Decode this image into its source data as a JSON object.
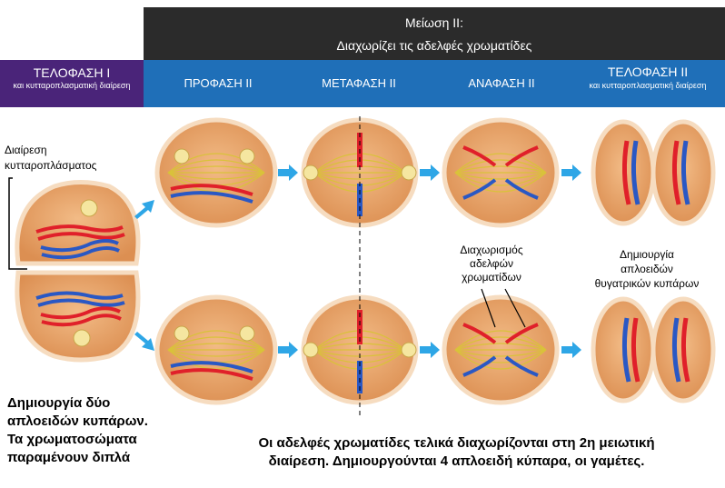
{
  "header": {
    "title": "Μείωση ΙΙ:",
    "subtitle": "Διαχωρίζει τις αδελφές χρωματίδες"
  },
  "phases": [
    {
      "label": "ΤΕΛΟΦΑΣΗ Ι",
      "sub": "και κυτταροπλασματική διαίρεση"
    },
    {
      "label": "ΠΡΟΦΑΣΗ ΙΙ"
    },
    {
      "label": "ΜΕΤΑΦΑΣΗ ΙΙ"
    },
    {
      "label": "ΑΝΑΦΑΣΗ ΙΙ"
    },
    {
      "label": "ΤΕΛΟΦΑΣΗ ΙΙ",
      "sub": "και κυτταροπλασματική διαίρεση"
    }
  ],
  "labels": {
    "cytokinesis_1": "Διαίρεση",
    "cytokinesis_2": "κυτταροπλάσματος",
    "sep_1": "Διαχωρισμός",
    "sep_2": "αδελφών",
    "sep_3": "χρωματίδων",
    "daughter_1": "Δημιουργία",
    "daughter_2": "απλοειδών",
    "daughter_3": "θυγατρικών κυπάρων"
  },
  "captions": {
    "left_1": "Δημιουργία δύο",
    "left_2": "απλοειδών κυπάρων.",
    "left_3": "Τα χρωματοσώματα",
    "left_4": "παραμένουν διπλά",
    "bottom_1": "Οι αδελφές χρωματίδες τελικά διαχωρίζονται στη 2η μειωτική",
    "bottom_2": "διαίρεση. Δημιουργούνται 4 απλοειδή κύπαρα, οι γαμέτες."
  },
  "colors": {
    "header_dark": "#2b2b2b",
    "purple": "#4a2479",
    "blue_bar": "#1f6fb8",
    "cell_fill": "#e9a46a",
    "cell_border": "#f6dcc0",
    "chrom_red": "#e0202a",
    "chrom_blue": "#2a58c4",
    "spindle": "#d9c23a",
    "arrow": "#2ea6e6"
  }
}
